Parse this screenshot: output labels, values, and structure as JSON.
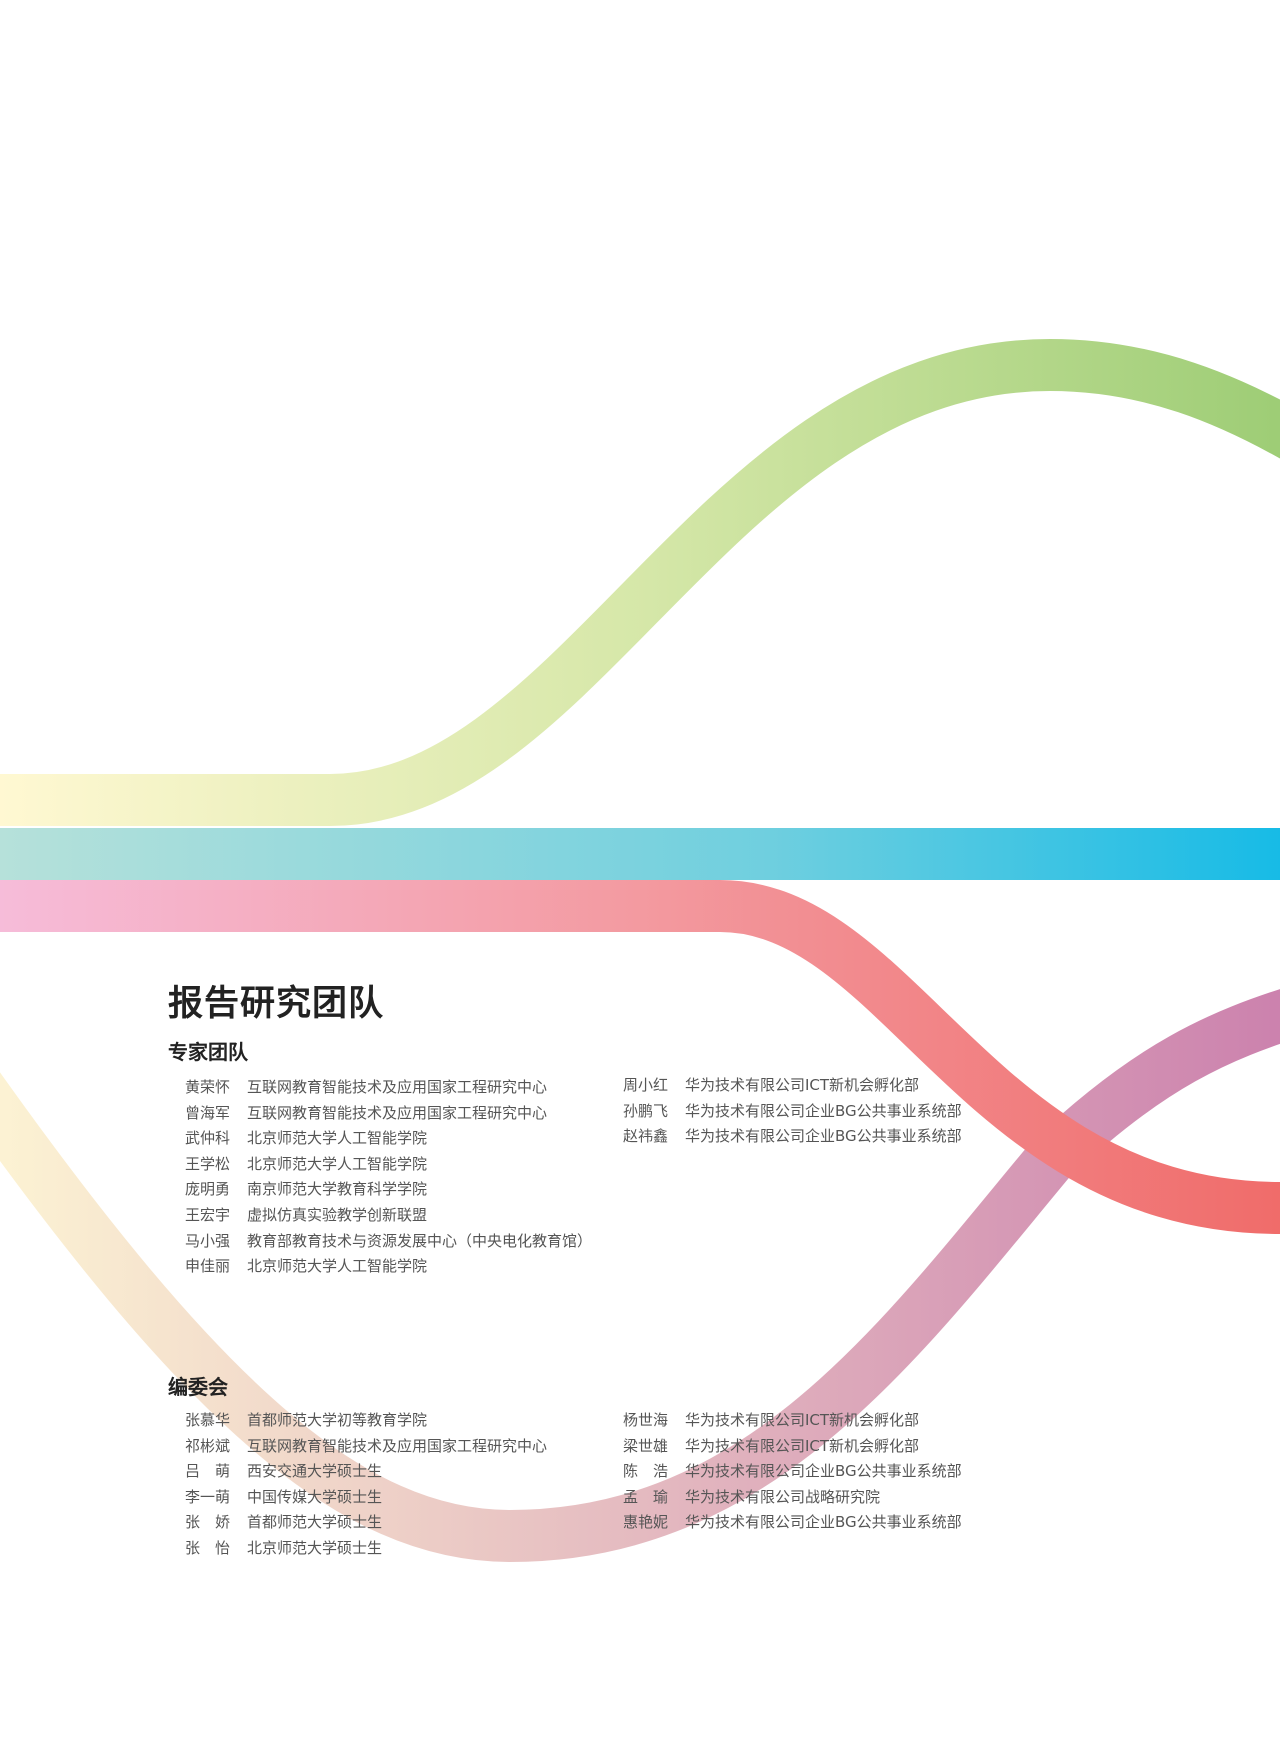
{
  "title": "报告研究团队",
  "expert_team": {
    "heading": "专家团队",
    "left": [
      {
        "name": "黄荣怀",
        "org": "互联网教育智能技术及应用国家工程研究中心"
      },
      {
        "name": "曾海军",
        "org": "互联网教育智能技术及应用国家工程研究中心"
      },
      {
        "name": "武仲科",
        "org": "北京师范大学人工智能学院"
      },
      {
        "name": "王学松",
        "org": "北京师范大学人工智能学院"
      },
      {
        "name": "庞明勇",
        "org": "南京师范大学教育科学学院"
      },
      {
        "name": "王宏宇",
        "org": "虚拟仿真实验教学创新联盟"
      },
      {
        "name": "马小强",
        "org": "教育部教育技术与资源发展中心（中央电化教育馆）"
      },
      {
        "name": "申佳丽",
        "org": "北京师范大学人工智能学院"
      }
    ],
    "right": [
      {
        "name": "周小红",
        "org": "华为技术有限公司ICT新机会孵化部"
      },
      {
        "name": "孙鹏飞",
        "org": "华为技术有限公司企业BG公共事业系统部"
      },
      {
        "name": "赵祎鑫",
        "org": "华为技术有限公司企业BG公共事业系统部"
      }
    ]
  },
  "editorial_board": {
    "heading": "编委会",
    "left": [
      {
        "name": "张慕华",
        "org": "首都师范大学初等教育学院"
      },
      {
        "name": "祁彬斌",
        "org": "互联网教育智能技术及应用国家工程研究中心"
      },
      {
        "name": "吕　萌",
        "org": "西安交通大学硕士生"
      },
      {
        "name": "李一萌",
        "org": "中国传媒大学硕士生"
      },
      {
        "name": "张　娇",
        "org": "首都师范大学硕士生"
      },
      {
        "name": "张　怡",
        "org": "北京师范大学硕士生"
      }
    ],
    "right": [
      {
        "name": "杨世海",
        "org": "华为技术有限公司ICT新机会孵化部"
      },
      {
        "name": "梁世雄",
        "org": "华为技术有限公司ICT新机会孵化部"
      },
      {
        "name": "陈　浩",
        "org": "华为技术有限公司企业BG公共事业系统部"
      },
      {
        "name": "孟　瑜",
        "org": "华为技术有限公司战略研究院"
      },
      {
        "name": "惠艳妮",
        "org": "华为技术有限公司企业BG公共事业系统部"
      }
    ]
  }
}
